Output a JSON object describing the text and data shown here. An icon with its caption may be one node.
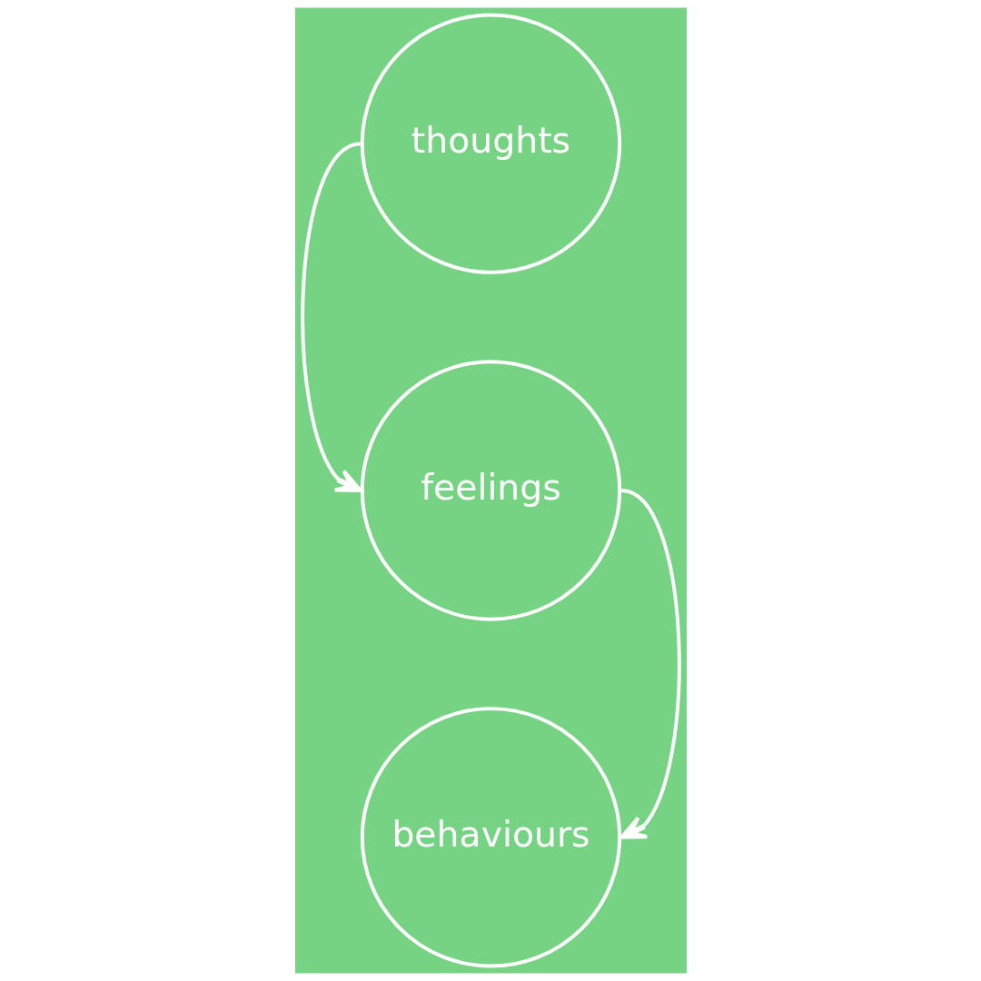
{
  "diagram": {
    "nodes": [
      {
        "text": [
          "thoughts"
        ]
      },
      {
        "text": [
          "feelings"
        ]
      },
      {
        "text": [
          "behaviours"
        ]
      }
    ],
    "edges": [
      {
        "from": 0,
        "to": 1,
        "arrow": "to"
      },
      {
        "from": 1,
        "to": 2,
        "arrow": "to"
      }
    ]
  }
}
